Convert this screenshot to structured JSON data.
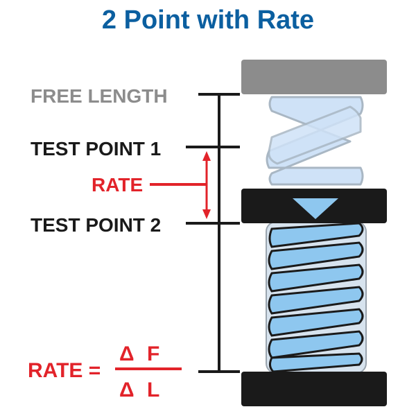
{
  "title": "2 Point with Rate",
  "labels": {
    "free_length": "FREE LENGTH",
    "test_point_1": "TEST POINT 1",
    "rate": "RATE",
    "test_point_2": "TEST POINT 2"
  },
  "formula": {
    "lhs": "RATE =",
    "numerator_symbol": "Δ",
    "numerator": "F",
    "denominator_symbol": "Δ",
    "denominator": "L"
  },
  "colors": {
    "title": "#0b5fa0",
    "red": "#e2232a",
    "gray": "#8c8c8c",
    "black": "#1a1a1a",
    "spring_light": "#cfe2f7",
    "spring_blue": "#8ec7ef"
  }
}
